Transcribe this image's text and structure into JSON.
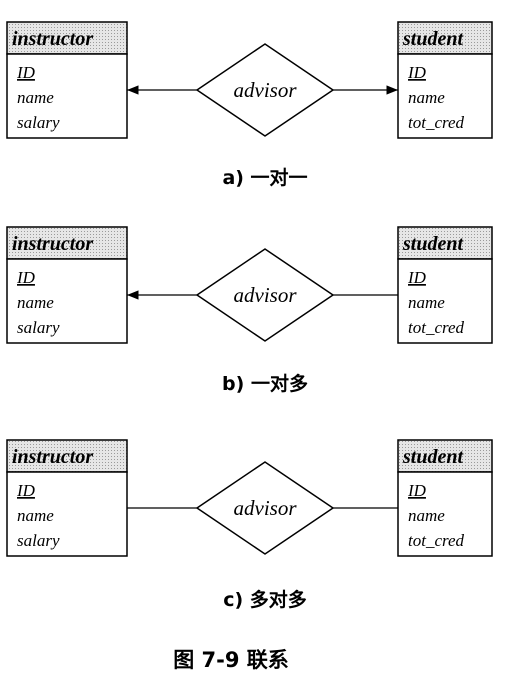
{
  "diagrams": [
    {
      "left_entity": {
        "title": "instructor",
        "attributes": [
          "ID",
          "name",
          "salary"
        ],
        "key": "ID"
      },
      "relationship": "advisor",
      "right_entity": {
        "title": "student",
        "attributes": [
          "ID",
          "name",
          "tot_cred"
        ],
        "key": "ID"
      },
      "left_arrow": true,
      "right_arrow": true,
      "caption": "a) 一对一"
    },
    {
      "left_entity": {
        "title": "instructor",
        "attributes": [
          "ID",
          "name",
          "salary"
        ],
        "key": "ID"
      },
      "relationship": "advisor",
      "right_entity": {
        "title": "student",
        "attributes": [
          "ID",
          "name",
          "tot_cred"
        ],
        "key": "ID"
      },
      "left_arrow": true,
      "right_arrow": false,
      "caption": "b) 一对多"
    },
    {
      "left_entity": {
        "title": "instructor",
        "attributes": [
          "ID",
          "name",
          "salary"
        ],
        "key": "ID"
      },
      "relationship": "advisor",
      "right_entity": {
        "title": "student",
        "attributes": [
          "ID",
          "name",
          "tot_cred"
        ],
        "key": "ID"
      },
      "left_arrow": false,
      "right_arrow": false,
      "caption": "c) 多对多"
    }
  ],
  "figure_caption": "图 7-9   联系"
}
